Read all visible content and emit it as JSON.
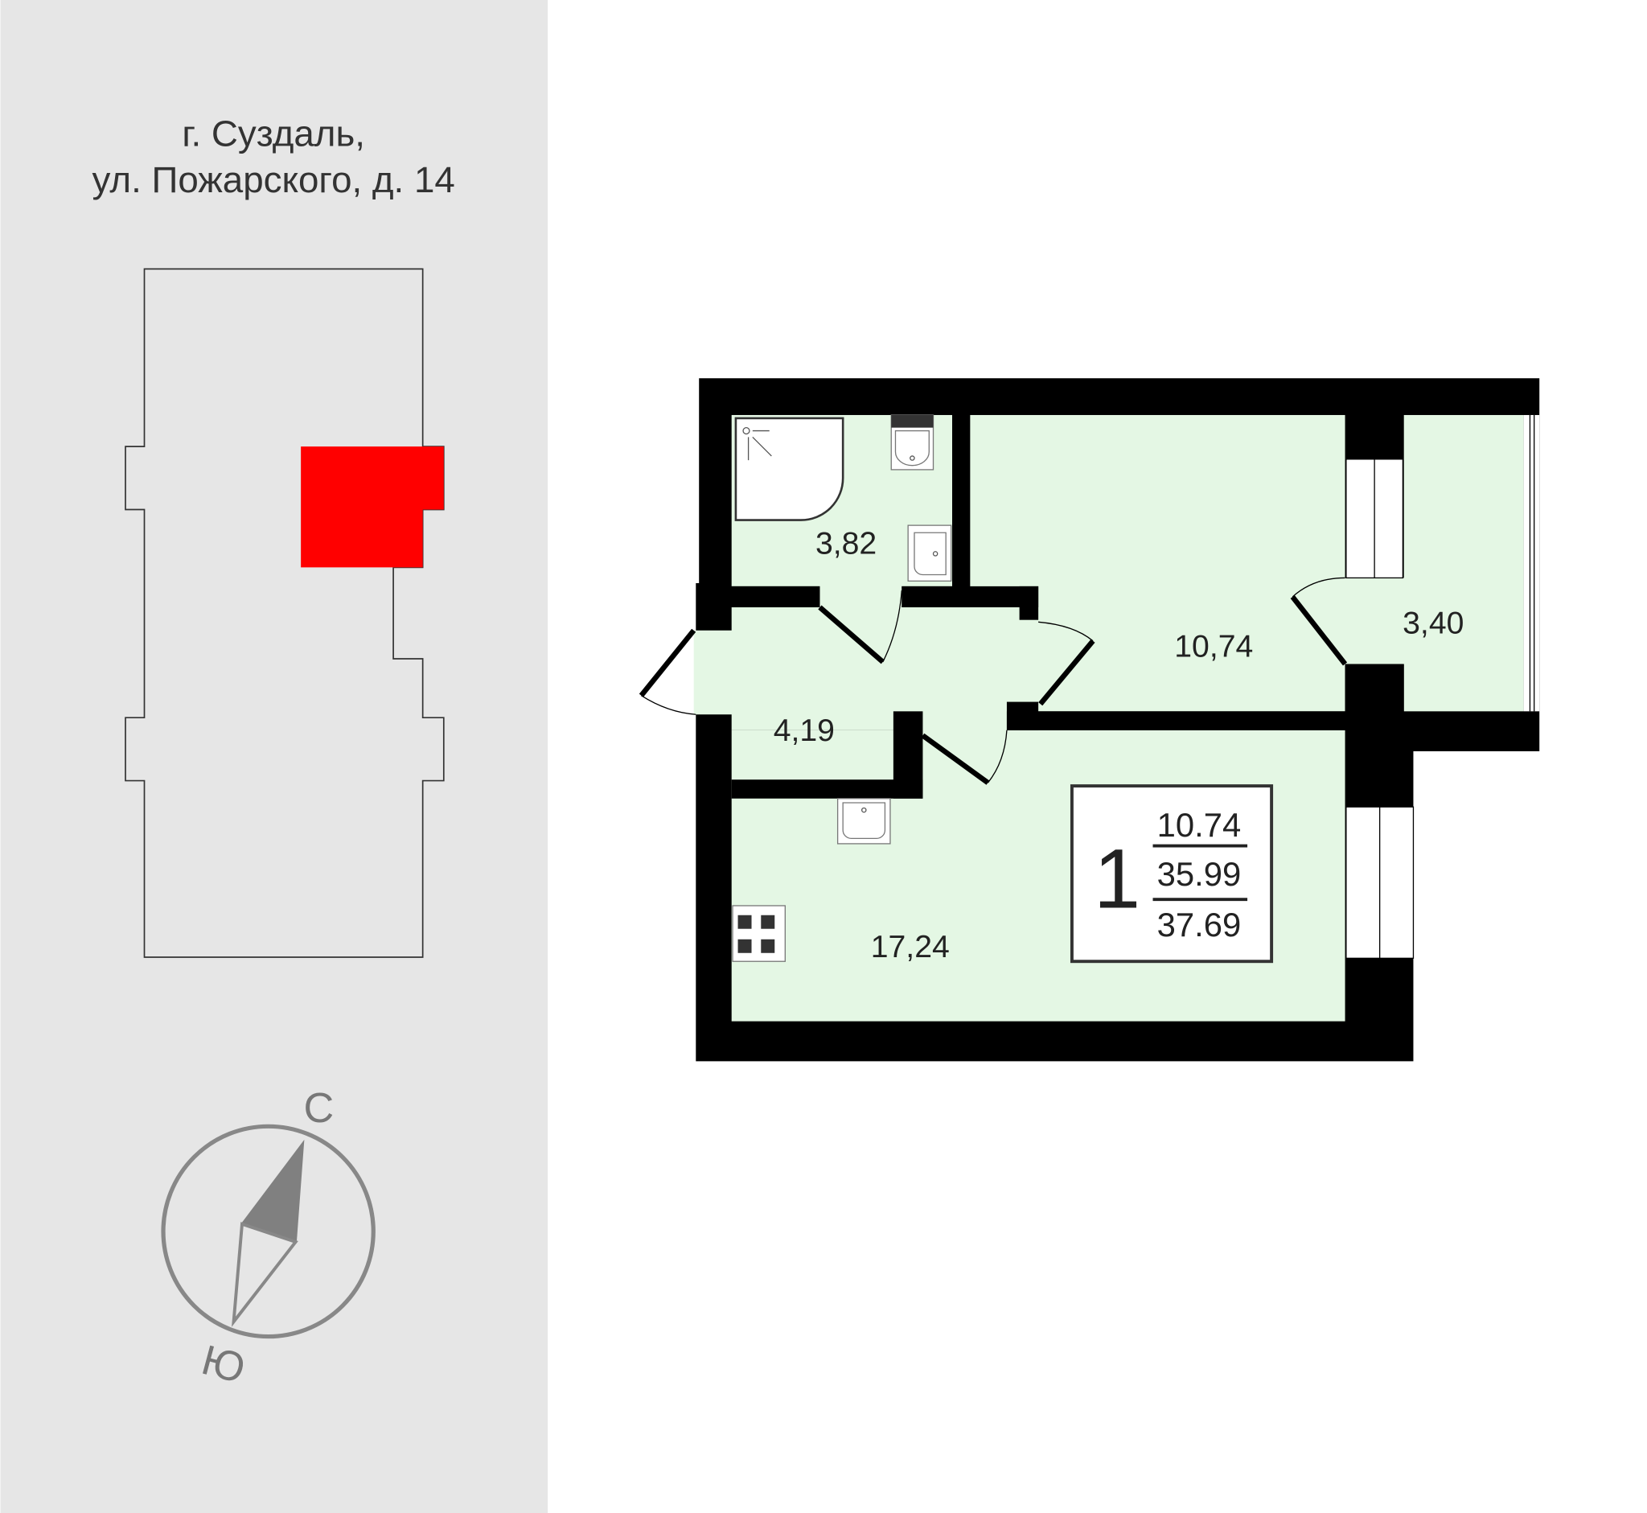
{
  "address": {
    "line1": "г. Суздаль,",
    "line2": "ул. Пожарского, д. 14"
  },
  "compass": {
    "north": "С",
    "south": "Ю"
  },
  "rooms": {
    "bathroom": "3,82",
    "bedroom": "10,74",
    "balcony": "3,40",
    "hallway": "4,19",
    "kitchen_living": "17,24"
  },
  "info": {
    "rooms_count": "1",
    "living_area": "10.74",
    "total_area": "35.99",
    "total_with_balcony": "37.69"
  },
  "colors": {
    "sidebar": "#e6e6e6",
    "room_fill": "#e4f7e4",
    "wall": "#000000",
    "highlight": "#ff0000"
  }
}
